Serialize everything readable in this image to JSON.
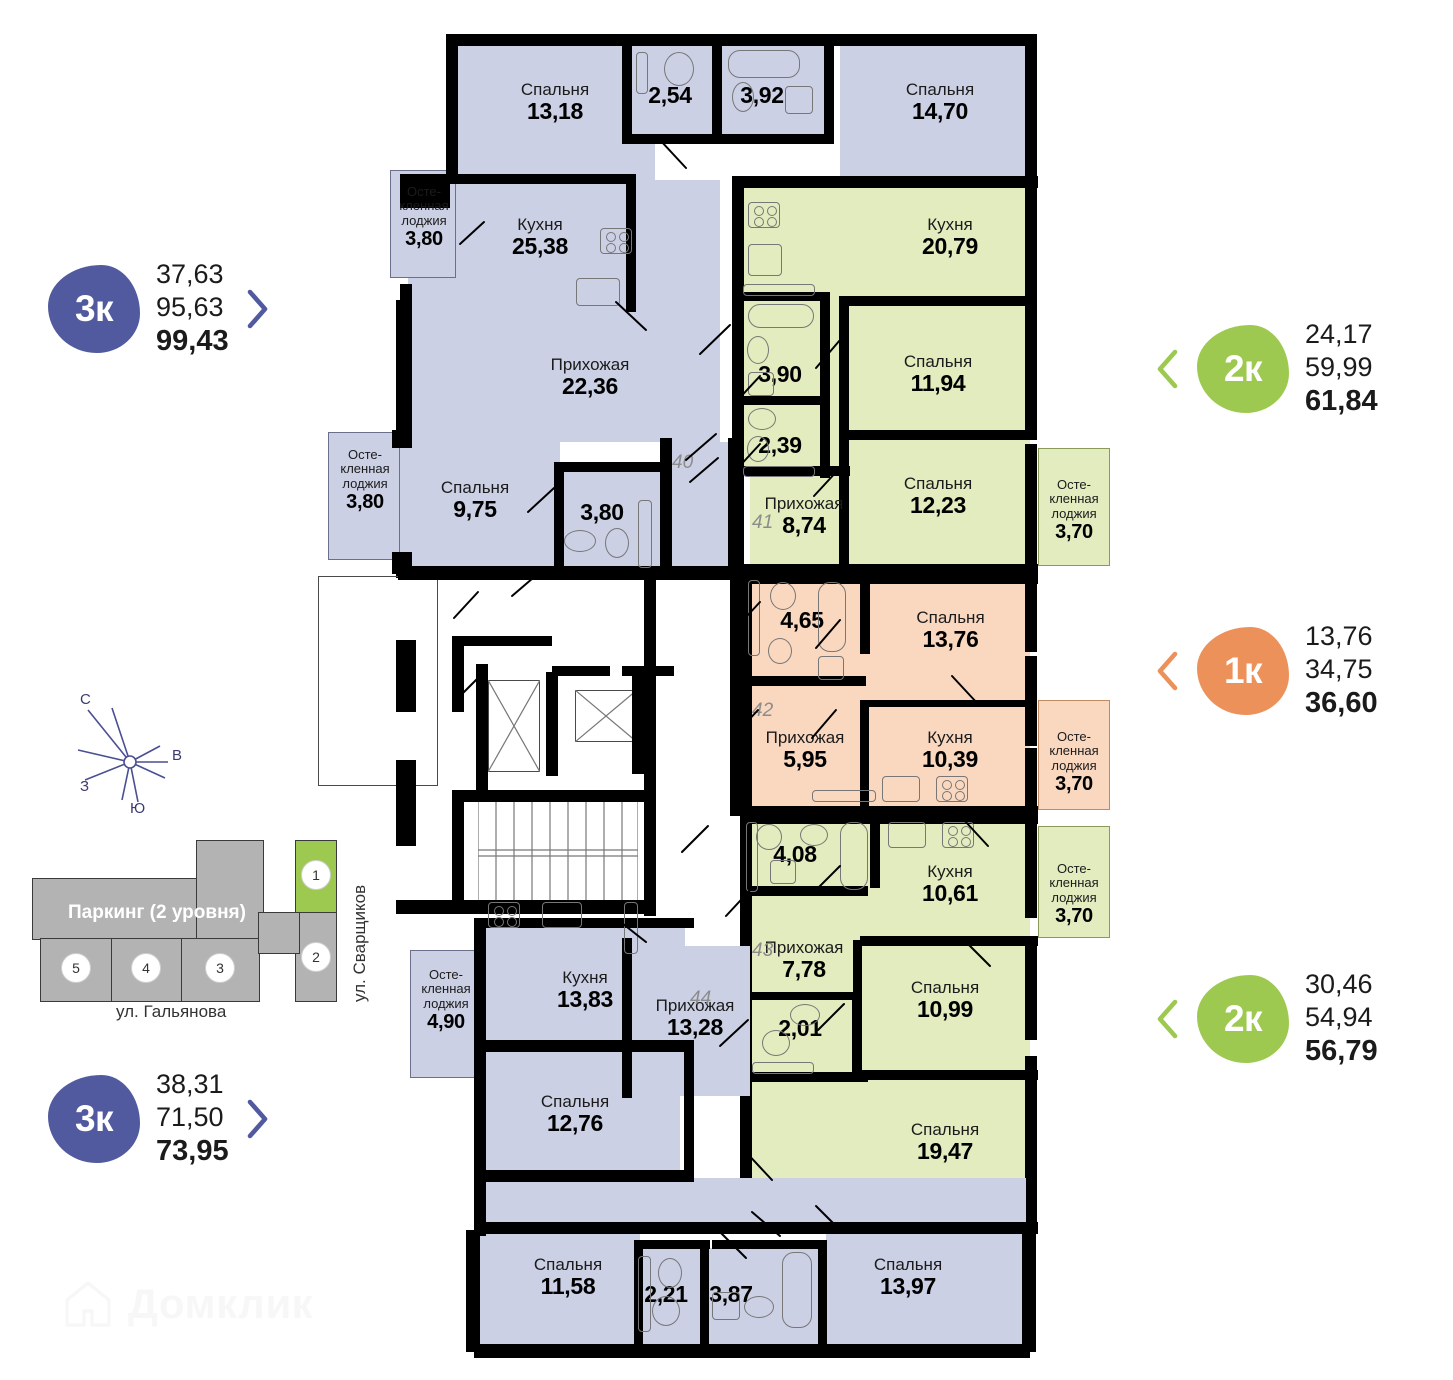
{
  "badges": [
    {
      "id": "top-left",
      "type": "3к",
      "color": "#515a9e",
      "arrow": "right",
      "area_living": "37,63",
      "area_total": "95,63",
      "area_full": "99,43"
    },
    {
      "id": "top-right",
      "type": "2к",
      "color": "#9ec950",
      "arrow": "left",
      "area_living": "24,17",
      "area_total": "59,99",
      "area_full": "61,84"
    },
    {
      "id": "mid-right",
      "type": "1к",
      "color": "#ec9159",
      "arrow": "left",
      "area_living": "13,76",
      "area_total": "34,75",
      "area_full": "36,60"
    },
    {
      "id": "low-right",
      "type": "2к",
      "color": "#9ec950",
      "arrow": "left",
      "area_living": "30,46",
      "area_total": "54,94",
      "area_full": "56,79"
    },
    {
      "id": "low-left",
      "type": "3к",
      "color": "#515a9e",
      "arrow": "right",
      "area_living": "38,31",
      "area_total": "71,50",
      "area_full": "73,95"
    }
  ],
  "minimap": {
    "parking_label": "Паркинг (2 уровня)",
    "street_horizontal": "ул. Гальянова",
    "street_vertical": "ул. Сварщиков",
    "blocks": [
      "5",
      "4",
      "3",
      "2"
    ],
    "highlighted_block": "1"
  },
  "compass": {
    "north": "С",
    "east": "В",
    "south": "Ю",
    "west": "З"
  },
  "watermark": {
    "text": "Домклик"
  },
  "apartment_numbers": [
    "40",
    "41",
    "42",
    "43",
    "44"
  ],
  "room_names": {
    "bedroom": "Спальня",
    "kitchen": "Кухня",
    "hall": "Прихожая",
    "loggia_l1": "Осте-",
    "loggia_l2": "кленная",
    "loggia_l3": "лоджия"
  },
  "rooms": [
    {
      "id": "r01",
      "name": "Спальня",
      "area": "13,18",
      "apt": "40"
    },
    {
      "id": "r02",
      "name": "",
      "area": "2,54",
      "apt": "40"
    },
    {
      "id": "r03",
      "name": "",
      "area": "3,92",
      "apt": "40"
    },
    {
      "id": "r04",
      "name": "Спальня",
      "area": "14,70",
      "apt": "40"
    },
    {
      "id": "r05",
      "name": "Кухня",
      "area": "25,38",
      "apt": "40"
    },
    {
      "id": "r06",
      "name": "Прихожая",
      "area": "22,36",
      "apt": "40"
    },
    {
      "id": "r07",
      "name": "Спальня",
      "area": "9,75",
      "apt": "40"
    },
    {
      "id": "r08",
      "name": "",
      "area": "3,80",
      "apt": "40"
    },
    {
      "id": "r09",
      "name": "лоджия",
      "area": "3,80",
      "apt": "40"
    },
    {
      "id": "r10",
      "name": "лоджия",
      "area": "3,80",
      "apt": "40"
    },
    {
      "id": "r11",
      "name": "Кухня",
      "area": "20,79",
      "apt": "41"
    },
    {
      "id": "r12",
      "name": "",
      "area": "3,90",
      "apt": "41"
    },
    {
      "id": "r13",
      "name": "",
      "area": "2,39",
      "apt": "41"
    },
    {
      "id": "r14",
      "name": "Спальня",
      "area": "11,94",
      "apt": "41"
    },
    {
      "id": "r15",
      "name": "Спальня",
      "area": "12,23",
      "apt": "41"
    },
    {
      "id": "r16",
      "name": "Прихожая",
      "area": "8,74",
      "apt": "41"
    },
    {
      "id": "r17",
      "name": "лоджия",
      "area": "3,70",
      "apt": "41"
    },
    {
      "id": "r18",
      "name": "",
      "area": "4,65",
      "apt": "42"
    },
    {
      "id": "r19",
      "name": "Спальня",
      "area": "13,76",
      "apt": "42"
    },
    {
      "id": "r20",
      "name": "Прихожая",
      "area": "5,95",
      "apt": "42"
    },
    {
      "id": "r21",
      "name": "Кухня",
      "area": "10,39",
      "apt": "42"
    },
    {
      "id": "r22",
      "name": "лоджия",
      "area": "3,70",
      "apt": "42"
    },
    {
      "id": "r23",
      "name": "",
      "area": "4,08",
      "apt": "43"
    },
    {
      "id": "r24",
      "name": "Кухня",
      "area": "10,61",
      "apt": "43"
    },
    {
      "id": "r25",
      "name": "лоджия",
      "area": "3,70",
      "apt": "43"
    },
    {
      "id": "r26",
      "name": "Прихожая",
      "area": "7,78",
      "apt": "43"
    },
    {
      "id": "r27",
      "name": "",
      "area": "2,01",
      "apt": "43"
    },
    {
      "id": "r28",
      "name": "Спальня",
      "area": "10,99",
      "apt": "43"
    },
    {
      "id": "r29",
      "name": "Спальня",
      "area": "19,47",
      "apt": "43"
    },
    {
      "id": "r30",
      "name": "Кухня",
      "area": "13,83",
      "apt": "44"
    },
    {
      "id": "r31",
      "name": "лоджия",
      "area": "4,90",
      "apt": "44"
    },
    {
      "id": "r32",
      "name": "Прихожая",
      "area": "13,28",
      "apt": "44"
    },
    {
      "id": "r33",
      "name": "Спальня",
      "area": "12,76",
      "apt": "44"
    },
    {
      "id": "r34",
      "name": "Спальня",
      "area": "11,58",
      "apt": "44"
    },
    {
      "id": "r35",
      "name": "",
      "area": "2,21",
      "apt": "44"
    },
    {
      "id": "r36",
      "name": "",
      "area": "3,87",
      "apt": "44"
    },
    {
      "id": "r37",
      "name": "Спальня",
      "area": "13,97",
      "apt": "44"
    }
  ]
}
